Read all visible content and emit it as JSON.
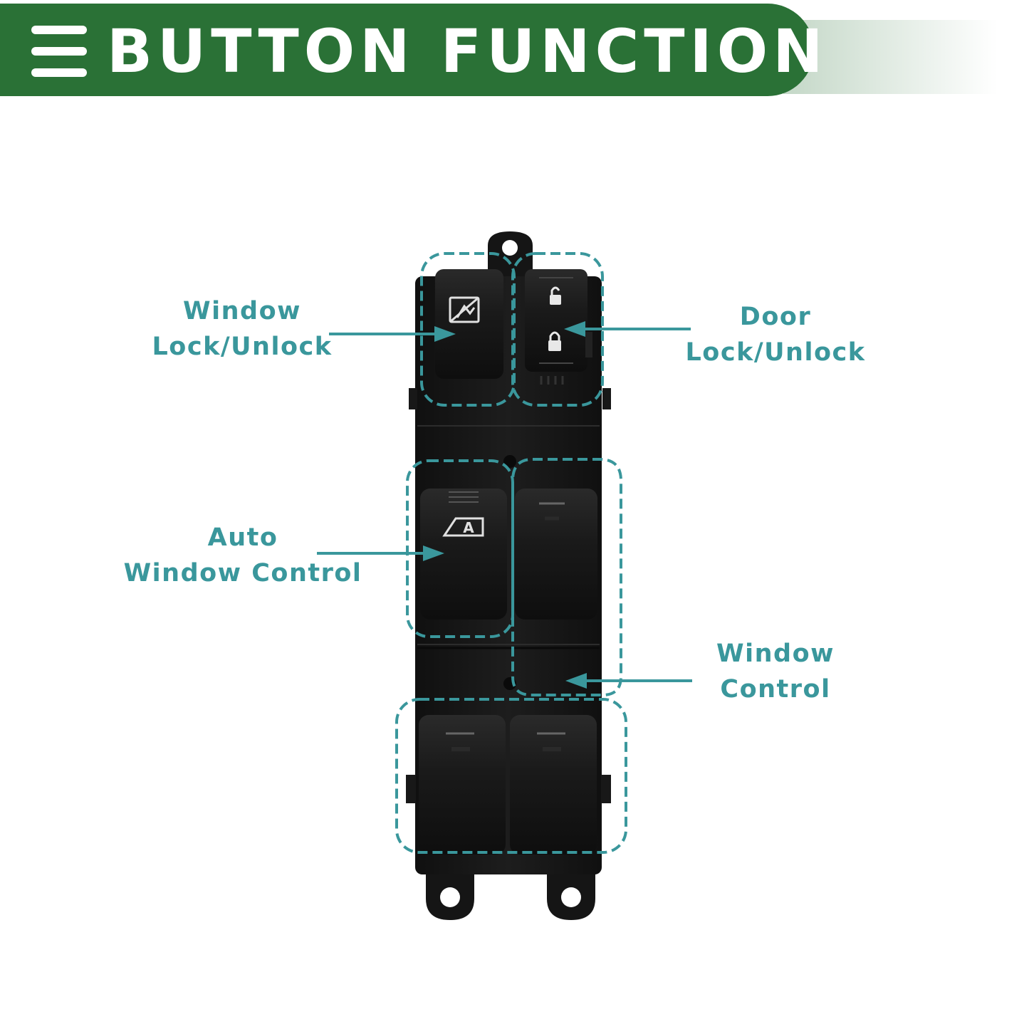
{
  "banner": {
    "title": "BUTTON FUNCTION",
    "menu_icon": "menu-icon",
    "color": "#2a7136"
  },
  "labels": {
    "window_lock": {
      "line1": "Window",
      "line2": "Lock/Unlock"
    },
    "door_lock": {
      "line1": "Door",
      "line2": "Lock/Unlock"
    },
    "auto_window": {
      "line1": "Auto",
      "line2": "Window Control"
    },
    "window_control": {
      "line1": "Window",
      "line2": "Control"
    }
  },
  "colors": {
    "accent": "#3a979c",
    "switch_body": "#141414",
    "button": "#1b1b1b"
  },
  "icons": [
    "window-lock-icon",
    "door-unlock-icon",
    "door-lock-icon",
    "auto-window-icon"
  ]
}
